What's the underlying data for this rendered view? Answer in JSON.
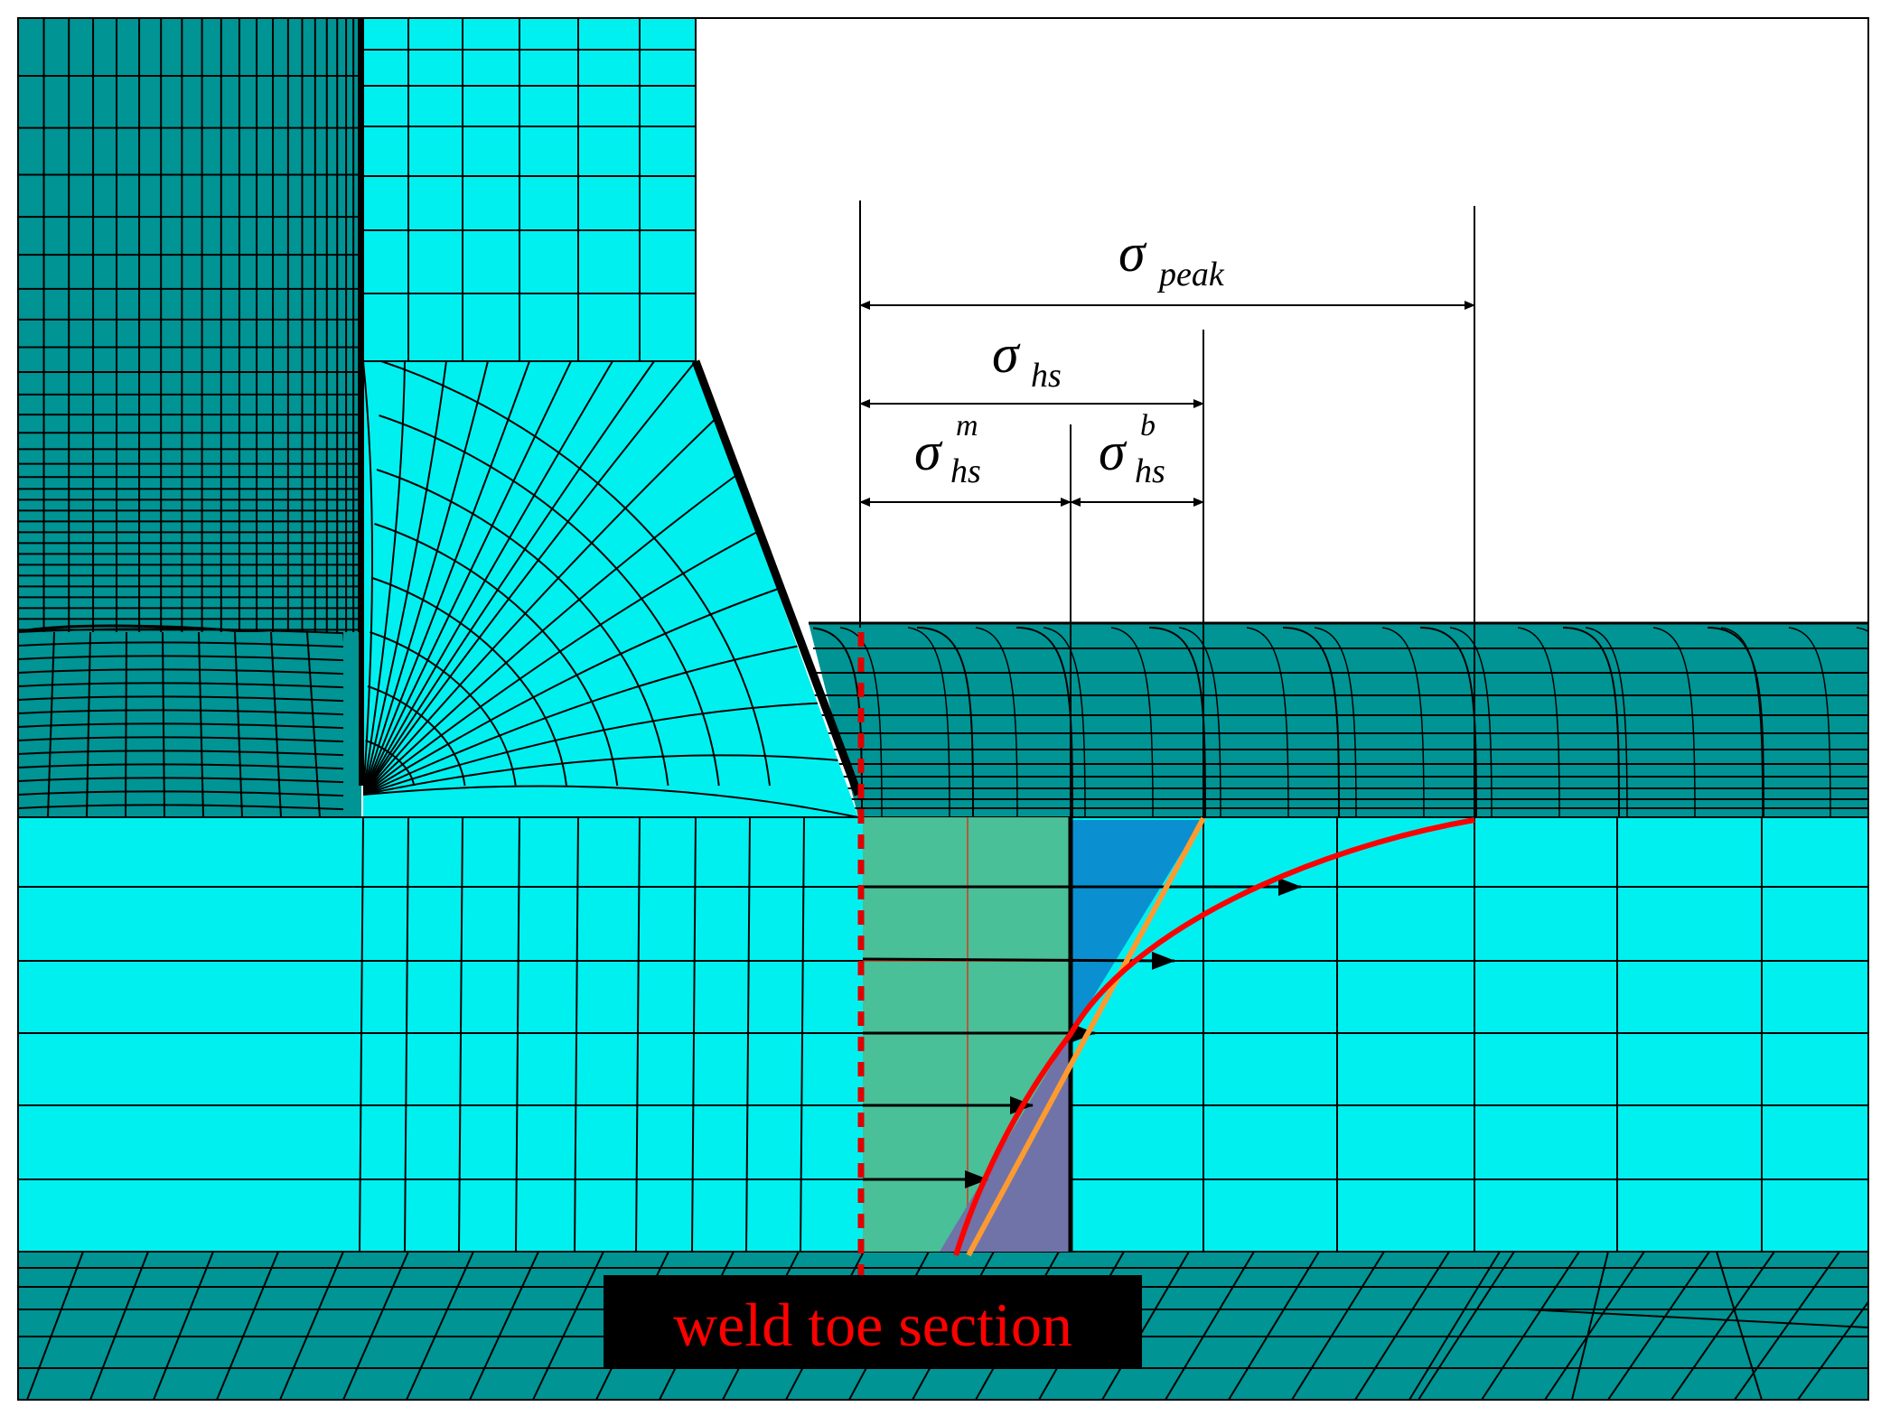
{
  "caption": {
    "text": "weld toe section"
  },
  "labels": {
    "peak": {
      "symbol": "σ",
      "sub": "peak",
      "sup": ""
    },
    "hot_spot": {
      "symbol": "σ",
      "sub": "hs",
      "sup": ""
    },
    "membrane": {
      "symbol": "σ",
      "sub": "hs",
      "sup": "m"
    },
    "bending": {
      "symbol": "σ",
      "sub": "hs",
      "sup": "b"
    }
  },
  "colors": {
    "mesh_light": "#00f0f0",
    "mesh_dark": "#009494",
    "mesh_lines": "#000000",
    "membrane_fill": "#4dbd92",
    "bending_fill": "#0a8fd0",
    "bending_lower_fill": "#6f73a8",
    "peak_curve": "#ff0000",
    "linear_line": "#ff9a30",
    "caption_bg": "#000000",
    "caption_text": "#ff0000"
  },
  "icons": [
    "dimension-arrow-icon",
    "stress-arrow-icon"
  ]
}
